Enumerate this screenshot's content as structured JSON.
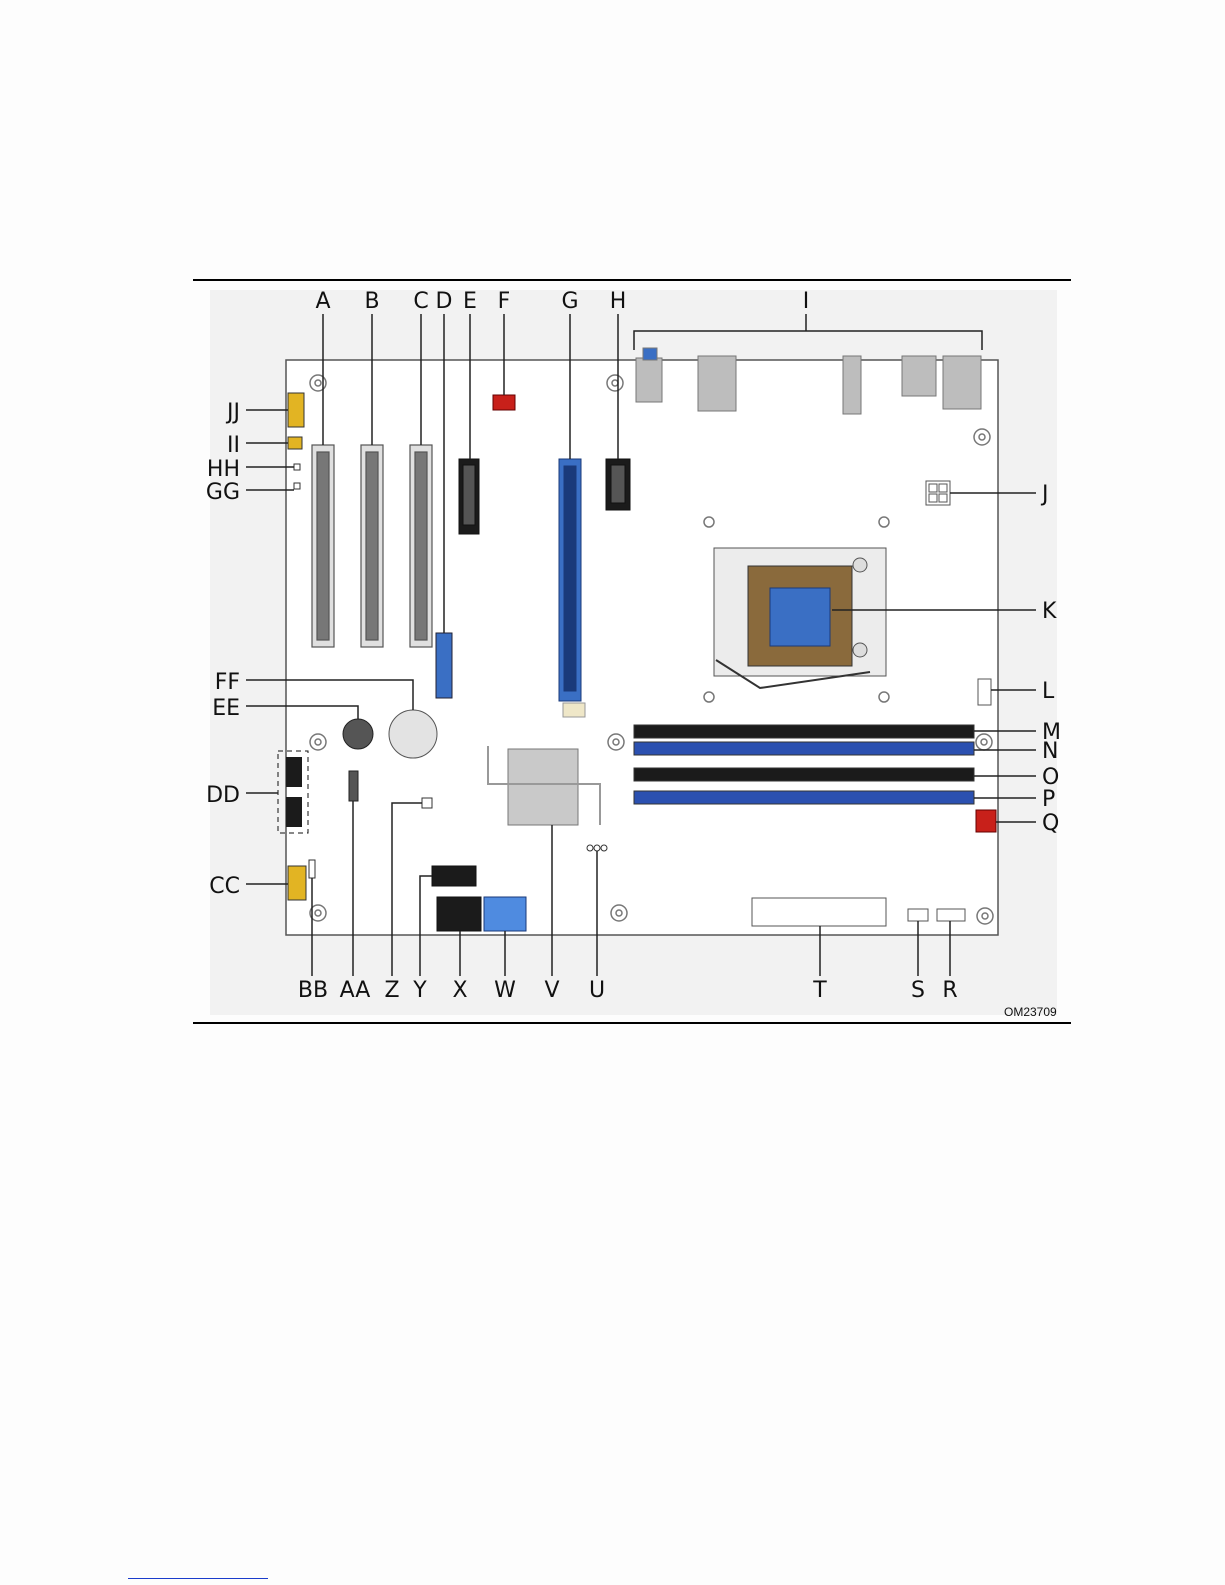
{
  "figure_id": "OM23709",
  "labels": {
    "top": [
      "A",
      "B",
      "C",
      "D",
      "E",
      "F",
      "G",
      "H",
      "I"
    ],
    "right": [
      "J",
      "K",
      "L",
      "M",
      "N",
      "O",
      "P",
      "Q"
    ],
    "bottom": [
      "R",
      "S",
      "T",
      "U",
      "V",
      "W",
      "X",
      "Y",
      "Z",
      "AA",
      "BB"
    ],
    "left": [
      "CC",
      "DD",
      "EE",
      "FF",
      "GG",
      "HH",
      "II",
      "JJ"
    ]
  },
  "colors": {
    "board": "#ffffff",
    "pcie_blue": "#3a6fc4",
    "dimm_blue": "#2b50b0",
    "dimm_black": "#1b1b1b",
    "red_header": "#c8201a",
    "socket_brown": "#8a6a3c",
    "heatsink_gray": "#c9c9c9",
    "io_gray": "#bdbdbd",
    "yellow_header": "#e2b423"
  }
}
